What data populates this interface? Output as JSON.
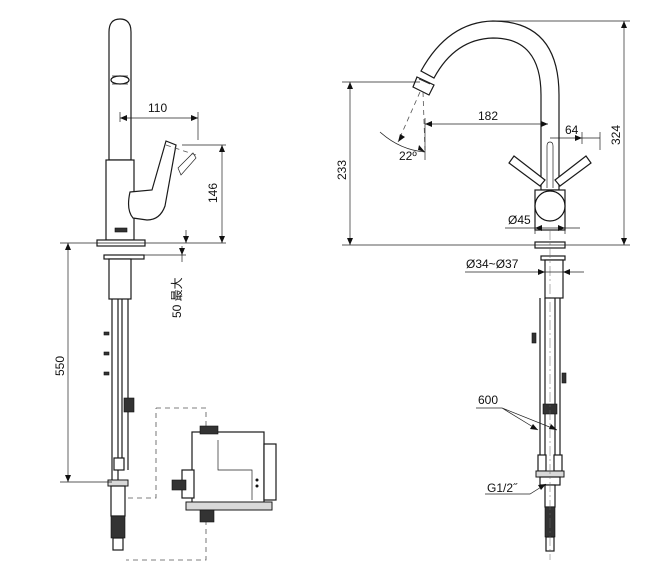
{
  "dimensions": {
    "side_view": {
      "spout_reach": "110",
      "lever_height": "146",
      "max_counter_thickness": "50 最大",
      "hose_length": "550"
    },
    "front_view": {
      "spout_reach": "182",
      "lever_offset": "64",
      "outlet_height": "233",
      "total_height": "324",
      "spray_angle": "22º",
      "body_diameter": "Ø45",
      "hole_diameter": "Ø34~Ø37",
      "hose_length": "600",
      "thread": "G1/2˝"
    }
  }
}
